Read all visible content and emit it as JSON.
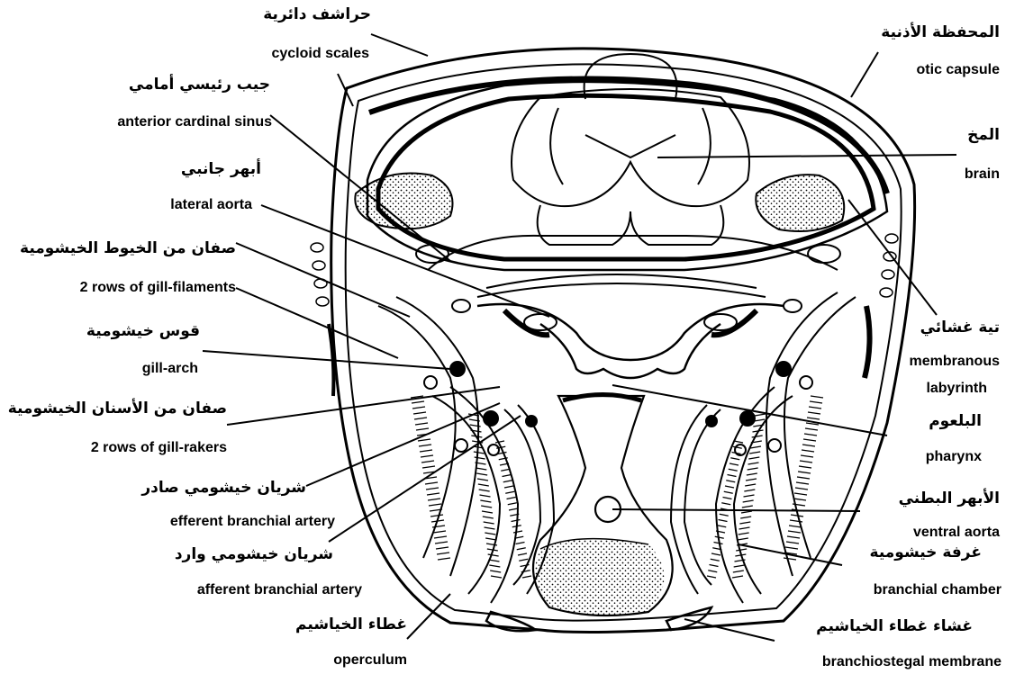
{
  "labels": {
    "cycloid_scales": {
      "ar": "حراشف دائرية",
      "en": "cycloid scales"
    },
    "otic_capsule": {
      "ar": "المحفظة الأذنية",
      "en": "otic capsule"
    },
    "anterior_cardinal_sinus": {
      "ar": "جيب رئيسي أمامي",
      "en": "anterior cardinal sinus"
    },
    "brain": {
      "ar": "المخ",
      "en": "brain"
    },
    "lateral_aorta": {
      "ar": "أبهر جانبي",
      "en": "lateral aorta"
    },
    "gill_filaments": {
      "ar": "صفان من الخيوط الخيشومية",
      "en": "2 rows of gill-filaments"
    },
    "membranous_labyrinth": {
      "ar": "تية غشائي",
      "en_line1": "membranous",
      "en_line2": "labyrinth"
    },
    "gill_arch": {
      "ar": "قوس خيشومية",
      "en": "gill-arch"
    },
    "gill_rakers": {
      "ar": "صفان من الأسنان الخيشومية",
      "en": "2 rows of gill-rakers"
    },
    "pharynx": {
      "ar": "البلعوم",
      "en": "pharynx"
    },
    "efferent_artery": {
      "ar": "شريان خيشومي صادر",
      "en": "efferent branchial artery"
    },
    "ventral_aorta": {
      "ar": "الأبهر البطني",
      "en": "ventral aorta"
    },
    "afferent_artery": {
      "ar": "شريان خيشومي وارد",
      "en": "afferent branchial artery"
    },
    "branchial_chamber": {
      "ar": "غرفة خيشومية",
      "en": "branchial chamber"
    },
    "operculum": {
      "ar": "غطاء الخياشيم",
      "en": "operculum"
    },
    "branchiostegal_membrane": {
      "ar": "غشاء غطاء الخياشيم",
      "en": "branchiostegal membrane"
    }
  },
  "colors": {
    "ink": "#000000",
    "paper": "#ffffff"
  }
}
